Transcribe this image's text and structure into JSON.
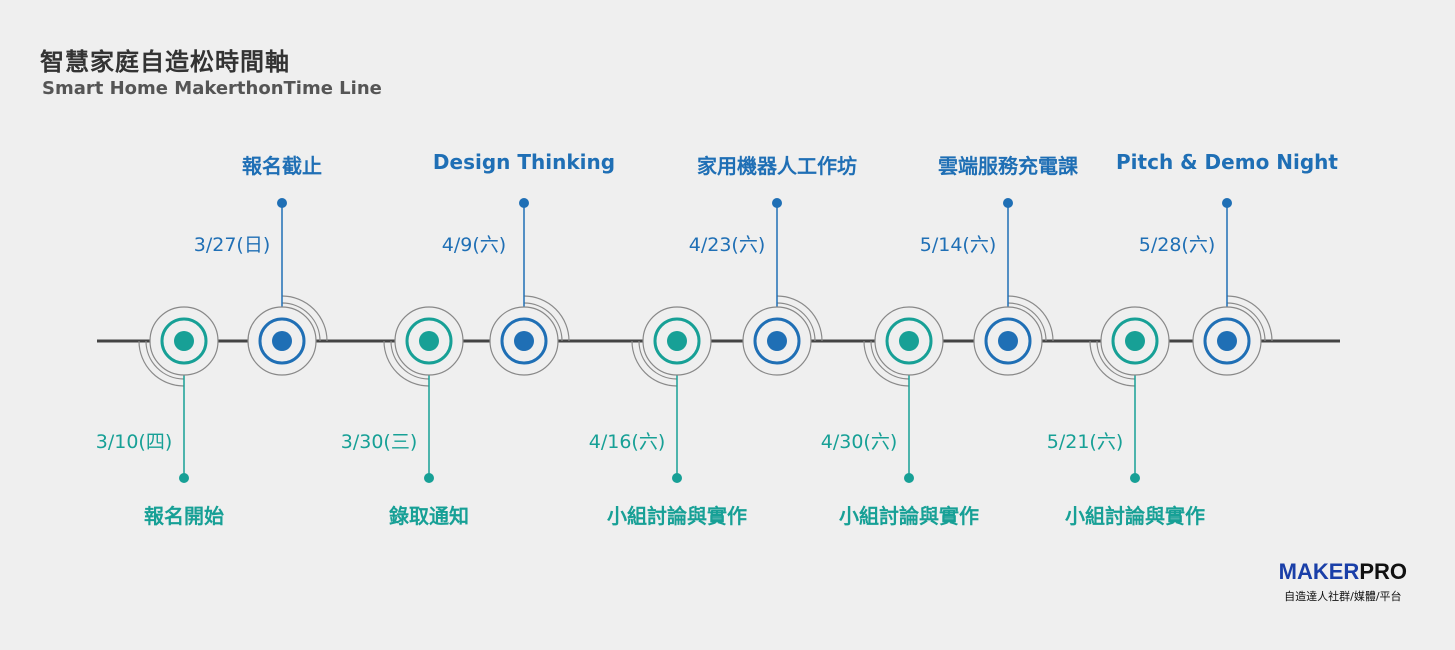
{
  "header": {
    "title": "智慧家庭自造松時間軸",
    "subtitle": "Smart Home MakerthonTime Line"
  },
  "colors": {
    "blue": "#1f6fb5",
    "teal": "#17a096",
    "axis": "#444444",
    "ring": "#888888"
  },
  "events": [
    {
      "date": "3/10(四)",
      "label": "報名開始",
      "color": "teal",
      "position": "below"
    },
    {
      "date": "3/27(日)",
      "label": "報名截止",
      "color": "blue",
      "position": "above"
    },
    {
      "date": "3/30(三)",
      "label": "錄取通知",
      "color": "teal",
      "position": "below"
    },
    {
      "date": "4/9(六)",
      "label": "Design Thinking",
      "color": "blue",
      "position": "above"
    },
    {
      "date": "4/16(六)",
      "label": "小組討論與實作",
      "color": "teal",
      "position": "below"
    },
    {
      "date": "4/23(六)",
      "label": "家用機器人工作坊",
      "color": "blue",
      "position": "above"
    },
    {
      "date": "4/30(六)",
      "label": "小組討論與實作",
      "color": "teal",
      "position": "below"
    },
    {
      "date": "5/14(六)",
      "label": "雲端服務充電課",
      "color": "blue",
      "position": "above"
    },
    {
      "date": "5/21(六)",
      "label": "小組討論與實作",
      "color": "teal",
      "position": "below"
    },
    {
      "date": "5/28(六)",
      "label": "Pitch & Demo Night",
      "color": "blue",
      "position": "above"
    }
  ],
  "brand": {
    "name_part1": "MAKER",
    "name_part2": "PRO",
    "tagline": "自造達人社群/媒體/平台"
  }
}
